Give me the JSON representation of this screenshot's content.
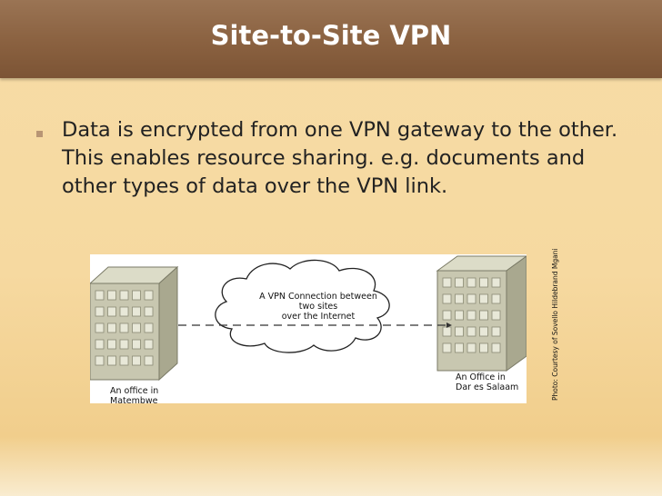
{
  "slide": {
    "title": "Site-to-Site VPN",
    "bullet_text": "Data is encrypted from one VPN gateway to the other. This enables resource sharing. e.g. documents and other types of data over the VPN link.",
    "photo_credit": "Photo: Courtesy of Sovello Hildebrand Mgani"
  },
  "diagram": {
    "left_office_line1": "An office in",
    "left_office_line2": "Matembwe",
    "right_office_line1": "An Office in",
    "right_office_line2": "Dar es Salaam",
    "cloud_line1": "A VPN Connection between",
    "cloud_line2": "two sites",
    "cloud_line3": "over the Internet"
  },
  "colors": {
    "title_bar": "#8a6140",
    "background": "#f5d9a3",
    "building_face": "#c8c7b0",
    "building_side": "#a9a88f",
    "building_top": "#dcdcc8"
  },
  "icons": {
    "bullet": "square-bullet",
    "left_building": "office-building-icon",
    "right_building": "office-building-icon",
    "cloud": "internet-cloud-icon"
  }
}
